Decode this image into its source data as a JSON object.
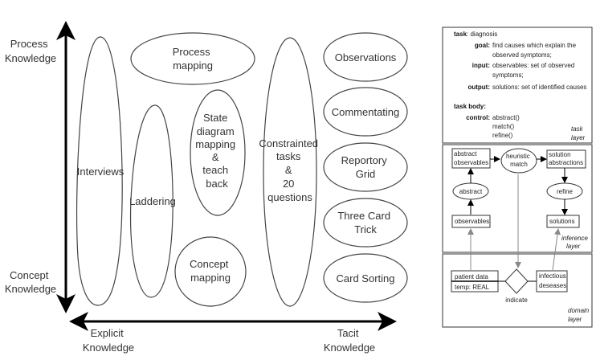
{
  "axes": {
    "y_top": [
      "Process",
      "Knowledge"
    ],
    "y_bottom": [
      "Concept",
      "Knowledge"
    ],
    "x_left": [
      "Explicit",
      "Knowledge"
    ],
    "x_right": [
      "Tacit",
      "Knowledge"
    ]
  },
  "techniques": {
    "interviews": [
      "Interviews"
    ],
    "process_mapping": [
      "Process",
      "mapping"
    ],
    "laddering": [
      "Laddering"
    ],
    "state_diagram": [
      "State",
      "diagram",
      "mapping",
      "&",
      "teach",
      "back"
    ],
    "concept_mapping": [
      "Concept",
      "mapping"
    ],
    "constrainted": [
      "Constrainted",
      "tasks",
      "&",
      "20",
      "questions"
    ],
    "observations": [
      "Observations"
    ],
    "commentating": [
      "Commentating"
    ],
    "reportory_grid": [
      "Reportory",
      "Grid"
    ],
    "three_card": [
      "Three Card",
      "Trick"
    ],
    "card_sorting": [
      "Card Sorting"
    ]
  },
  "task_layer": {
    "task_key": "task",
    "task_val": ": diagnosis",
    "goal_key": "goal:",
    "goal_val": [
      "find causes which explain the",
      "observed symptoms;"
    ],
    "input_key": "input:",
    "input_val": [
      "observables: set of observed",
      "symptoms;"
    ],
    "output_key": "output:",
    "output_val": "solutions: set of identified causes",
    "body_key": "task body:",
    "control_key": "control:",
    "control_val": [
      "abstract()",
      "match()",
      "refine()"
    ],
    "layer_label": [
      "task",
      "layer"
    ]
  },
  "inference_layer": {
    "abstract_observables": [
      "abstract",
      "observables"
    ],
    "heuristic_match": [
      "heuristic",
      "match"
    ],
    "solution_abstractions": [
      "solution",
      "abstractions"
    ],
    "abstract": "abstract",
    "refine": "refine",
    "observables": "observables",
    "solutions": "solutions",
    "layer_label": [
      "inference",
      "layer"
    ]
  },
  "domain_layer": {
    "patient_data": "patient data",
    "temp": "temp: REAL",
    "indicate": "indicate",
    "infectious": [
      "infectious",
      "deseases"
    ],
    "layer_label": [
      "domain",
      "layer"
    ]
  }
}
